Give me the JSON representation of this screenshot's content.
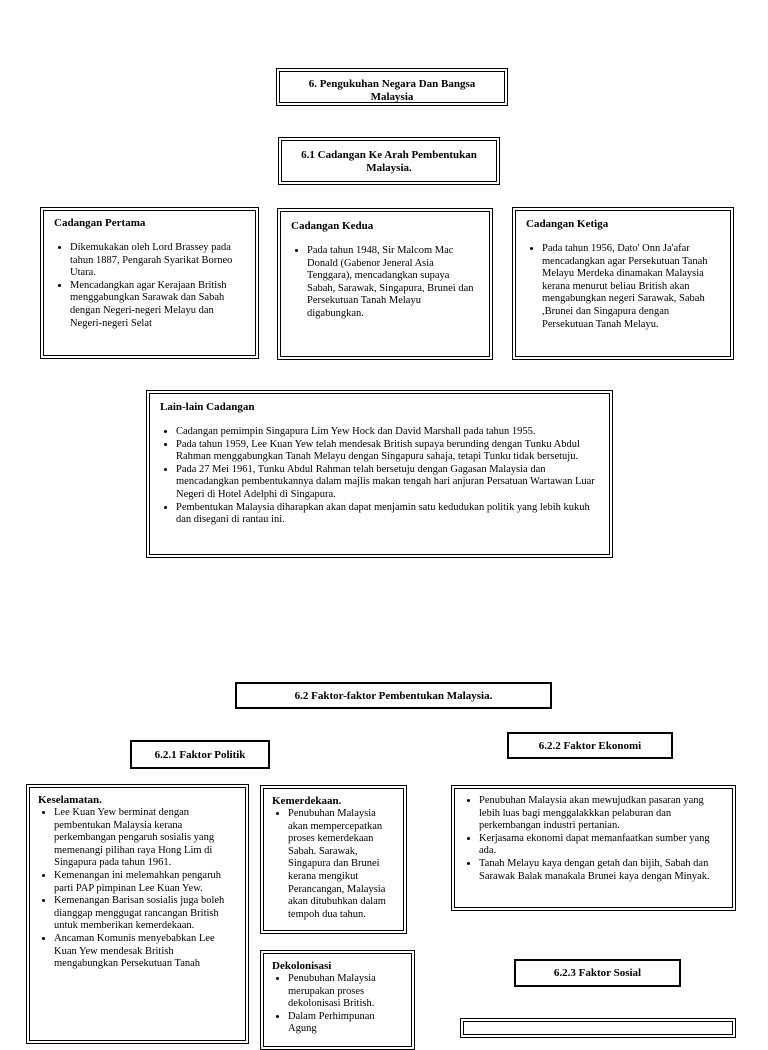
{
  "title_main": "6. Pengukuhan Negara Dan Bangsa Malaysia",
  "subtitle_61": "6.1 Cadangan Ke Arah Pembentukan Malaysia.",
  "cadangan_pertama": {
    "heading": "Cadangan Pertama",
    "points": [
      "Dikemukakan oleh Lord Brassey pada tahun 1887, Pengarah Syarikat Borneo Utara.",
      "Mencadangkan agar Kerajaan British menggabungkan Sarawak dan Sabah dengan Negeri-negeri Melayu dan Negeri-negeri Selat"
    ]
  },
  "cadangan_kedua": {
    "heading": "Cadangan Kedua",
    "points": [
      "Pada tahun 1948, Sir Malcom Mac Donald (Gabenor Jeneral Asia Tenggara), mencadangkan supaya Sabah, Sarawak, Singapura, Brunei dan Persekutuan Tanah Melayu digabungkan."
    ]
  },
  "cadangan_ketiga": {
    "heading": "Cadangan Ketiga",
    "points": [
      "Pada tahun 1956, Dato' Onn Ja'afar mencadangkan agar Persekutuan Tanah Melayu Merdeka dinamakan Malaysia kerana menurut beliau British akan mengabungkan negeri Sarawak, Sabah ,Brunei dan Singapura dengan Persekutuan Tanah Melayu."
    ]
  },
  "lain_lain": {
    "heading": "Lain-lain Cadangan",
    "points": [
      "Cadangan pemimpin Singapura Lim Yew Hock dan David Marshall pada tahun 1955.",
      "Pada tahun 1959, Lee Kuan Yew telah mendesak British supaya berunding dengan Tunku Abdul Rahman menggabungkan Tanah Melayu dengan Singapura sahaja, tetapi Tunku tidak bersetuju.",
      "Pada 27 Mei 1961, Tunku Abdul Rahman telah bersetuju dengan Gagasan Malaysia dan mencadangkan pembentukannya dalam majlis makan tengah hari anjuran Persatuan Wartawan Luar Negeri di Hotel Adelphi di Singapura.",
      "Pembentukan Malaysia diharapkan akan dapat menjamin satu kedudukan politik yang lebih kukuh dan disegani di rantau ini."
    ]
  },
  "subtitle_62": "6.2 Faktor-faktor Pembentukan Malaysia.",
  "label_621": "6.2.1 Faktor Politik",
  "label_622": "6.2.2 Faktor Ekonomi",
  "label_623": "6.2.3 Faktor Sosial",
  "keselamatan": {
    "heading": "Keselamatan.",
    "points": [
      "Lee Kuan Yew berminat dengan pembentukan Malaysia kerana perkembangan pengaruh sosialis yang memenangi pilihan raya Hong Lim di Singapura pada tahun 1961.",
      "Kemenangan ini melemahkan pengaruh parti PAP pimpinan Lee Kuan Yew.",
      "Kemenangan Barisan sosialis juga boleh dianggap menggugat rancangan British untuk memberikan kemerdekaan.",
      "Ancaman Komunis menyebabkan Lee Kuan Yew mendesak British mengabungkan Persekutuan Tanah"
    ]
  },
  "kemerdekaan": {
    "heading": "Kemerdekaan.",
    "points": [
      "Penubuhan Malaysia akan mempercepatkan proses kemerdekaan Sabah. Sarawak, Singapura dan Brunei kerana mengikut Perancangan, Malaysia akan ditubuhkan dalam tempoh dua tahun."
    ]
  },
  "dekolonisasi": {
    "heading": "Dekolonisasi",
    "points": [
      "Penubuhan Malaysia merupakan proses dekolonisasi British.",
      "Dalam Perhimpunan Agung"
    ]
  },
  "ekonomi": {
    "points": [
      "Penubuhan Malaysia akan mewujudkan pasaran yang lebih luas bagi menggalakkkan pelaburan dan perkembangan industri pertanian.",
      "Kerjasama ekonomi dapat memanfaatkan sumber yang ada.",
      "Tanah Melayu kaya dengan getah dan bijih, Sabah dan Sarawak Balak manakala Brunei kaya dengan Minyak."
    ]
  }
}
